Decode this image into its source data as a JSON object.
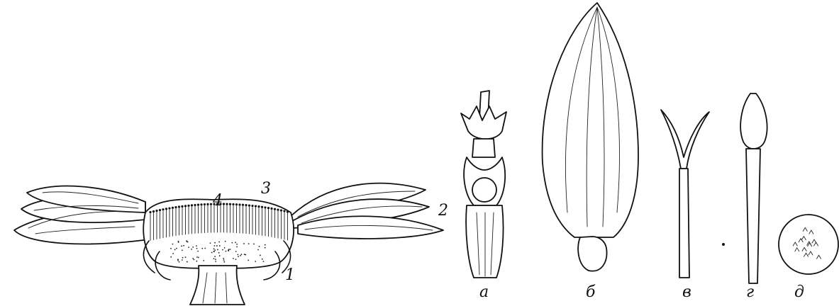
{
  "figure": {
    "numbers": [
      "1",
      "2",
      "3",
      "4"
    ],
    "letters": [
      "а",
      "б",
      "в",
      "г",
      "д"
    ]
  }
}
